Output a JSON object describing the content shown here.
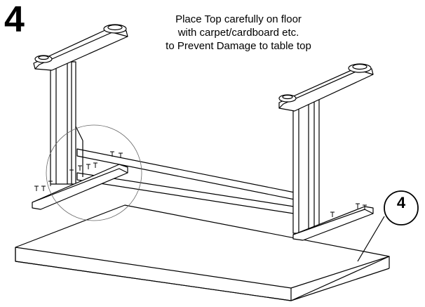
{
  "step": {
    "number": "4"
  },
  "instruction": {
    "lines": [
      "Place Top carefully on floor",
      "with carpet/cardboard etc.",
      "to Prevent Damage to table top"
    ]
  },
  "callout": {
    "label": "4"
  }
}
